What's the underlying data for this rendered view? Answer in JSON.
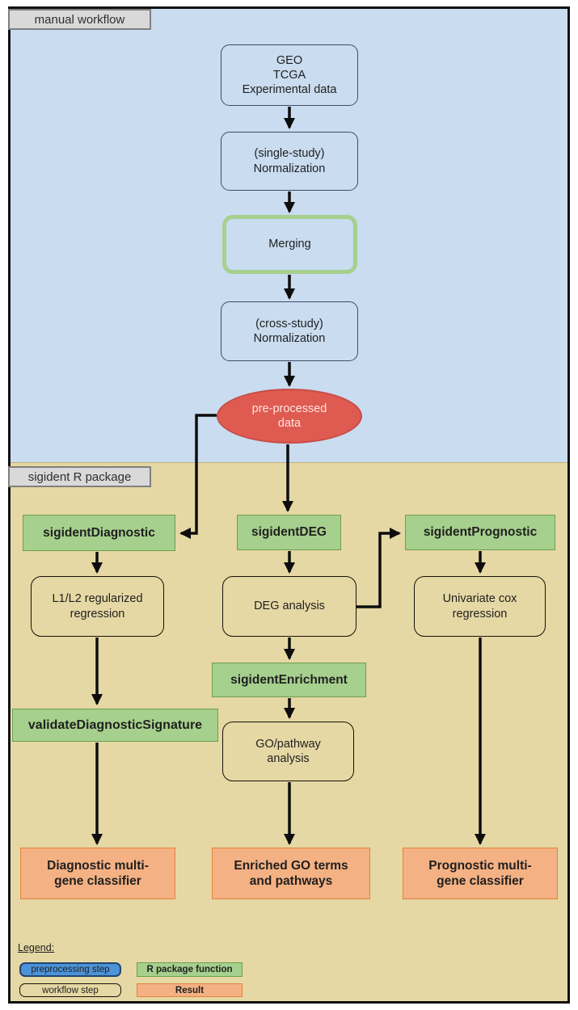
{
  "regions": {
    "manual": {
      "label": "manual workflow"
    },
    "package": {
      "label": "sigident R package"
    }
  },
  "nodes": {
    "source": {
      "label": "GEO\nTCGA\nExperimental data"
    },
    "single_norm": {
      "label": "(single-study)\nNormalization"
    },
    "merging": {
      "label": "Merging"
    },
    "cross_norm": {
      "label": "(cross-study)\nNormalization"
    },
    "preprocessed": {
      "label": "pre-processed\ndata"
    },
    "sigident_diagnostic": {
      "label": "sigidentDiagnostic"
    },
    "sigident_deg": {
      "label": "sigidentDEG"
    },
    "sigident_prognostic": {
      "label": "sigidentPrognostic"
    },
    "l1l2": {
      "label": "L1/L2 regularized\nregression"
    },
    "deg_analysis": {
      "label": "DEG analysis"
    },
    "univariate_cox": {
      "label": "Univariate cox\nregression"
    },
    "sigident_enrichment": {
      "label": "sigidentEnrichment"
    },
    "go_pathway": {
      "label": "GO/pathway\nanalysis"
    },
    "validate": {
      "label": "validateDiagnosticSignature"
    },
    "diag_result": {
      "label": "Diagnostic multi-\ngene classifier"
    },
    "enrich_result": {
      "label": "Enriched GO terms\nand pathways"
    },
    "prog_result": {
      "label": "Prognostic multi-\ngene classifier"
    }
  },
  "legend": {
    "title": "Legend:",
    "items": [
      {
        "label": "preprocessing step"
      },
      {
        "label": "R package function"
      },
      {
        "label": "workflow step"
      },
      {
        "label": "Result"
      }
    ]
  },
  "colors": {
    "blue_bg": "#c9dcf0",
    "tan_bg": "#e6d8a4",
    "frame": "#111111",
    "label_bg": "#d9d9d9",
    "label_border": "#7f7f7f",
    "step_blue_border": "#3e4d63",
    "step_tan_border": "#17110b",
    "green_fill": "#a6d08d",
    "green_border": "#6e9e50",
    "red_fill": "#df5a50",
    "red_border": "#c74e46",
    "red_text": "#fbe4e1",
    "orange_fill": "#f4b183",
    "orange_border": "#e2833f",
    "legend_blue_fill": "#4d93d9",
    "legend_blue_border": "#20456e",
    "arrow": "#0d0d0d",
    "text": "#1f1f1f"
  }
}
